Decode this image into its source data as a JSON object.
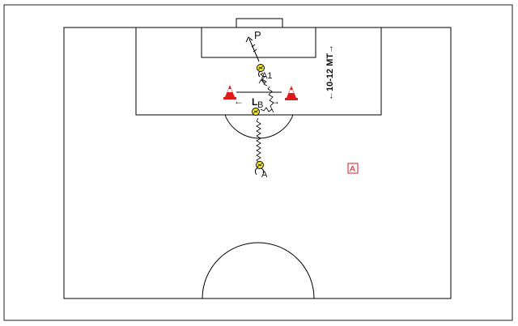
{
  "diagram": {
    "labels": {
      "player_p": "P",
      "player_a1": "A1",
      "player_a": "A",
      "player_b": "B",
      "gate_left_arrow": "←",
      "gate_letter": "L",
      "gate_right_arrow": "→",
      "distance": "←10-12 MT→",
      "coach_marker": "A"
    },
    "colors": {
      "pitch_line": "#000000",
      "outer_border": "#444444",
      "ball_fill": "#f3e62a",
      "cone_red": "#e0191b",
      "cone_white": "#ffffff",
      "coach_marker": "#e0191b"
    },
    "icons": {
      "ball": "football-icon",
      "cone": "training-cone-icon",
      "coach": "coach-marker-icon"
    }
  }
}
